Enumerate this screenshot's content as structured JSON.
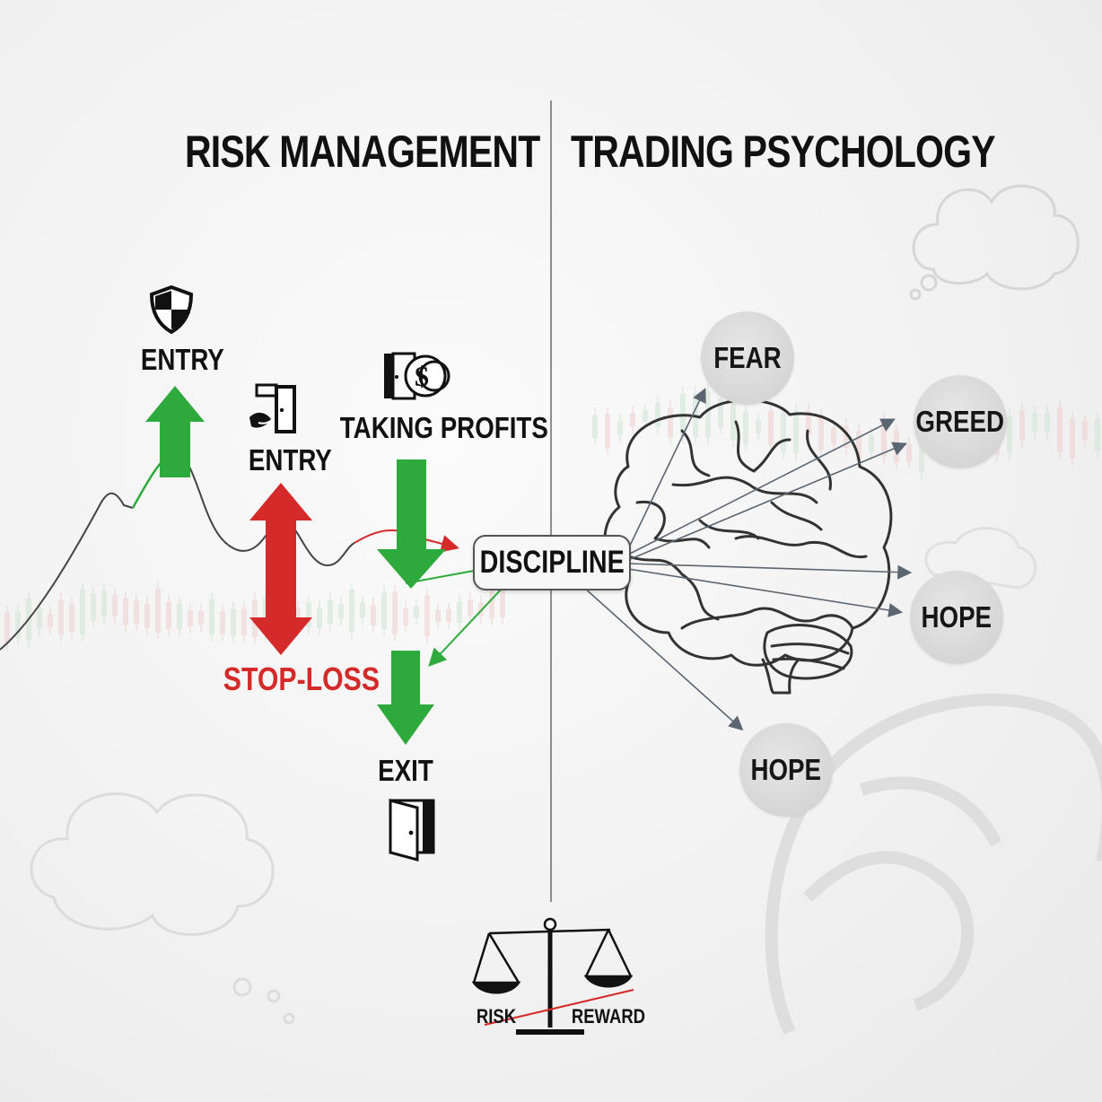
{
  "titles": {
    "left": "RISK MANAGEMENT",
    "right": "TRADING PSYCHOLOGY"
  },
  "risk_management": {
    "entry_top_label": "ENTRY",
    "entry_mid_label": "ENTRY",
    "taking_profits_label": "TAKING PROFITS",
    "stop_loss_label": "STOP-LOSS",
    "exit_label": "EXIT"
  },
  "hub": {
    "label": "DISCIPLINE"
  },
  "psychology": {
    "emotions": [
      "FEAR",
      "GREED",
      "HOPE",
      "HOPE"
    ]
  },
  "scale": {
    "risk_label": "RISK",
    "reward_label": "REWARD"
  },
  "icons": [
    "shield-icon",
    "door-hand-icon",
    "door-dollar-icon",
    "exit-door-icon",
    "brain-icon",
    "balance-scale-icon"
  ],
  "colors": {
    "up_arrow": "#2eaa3c",
    "stop_loss": "#d42a2a",
    "line": "#333333"
  }
}
